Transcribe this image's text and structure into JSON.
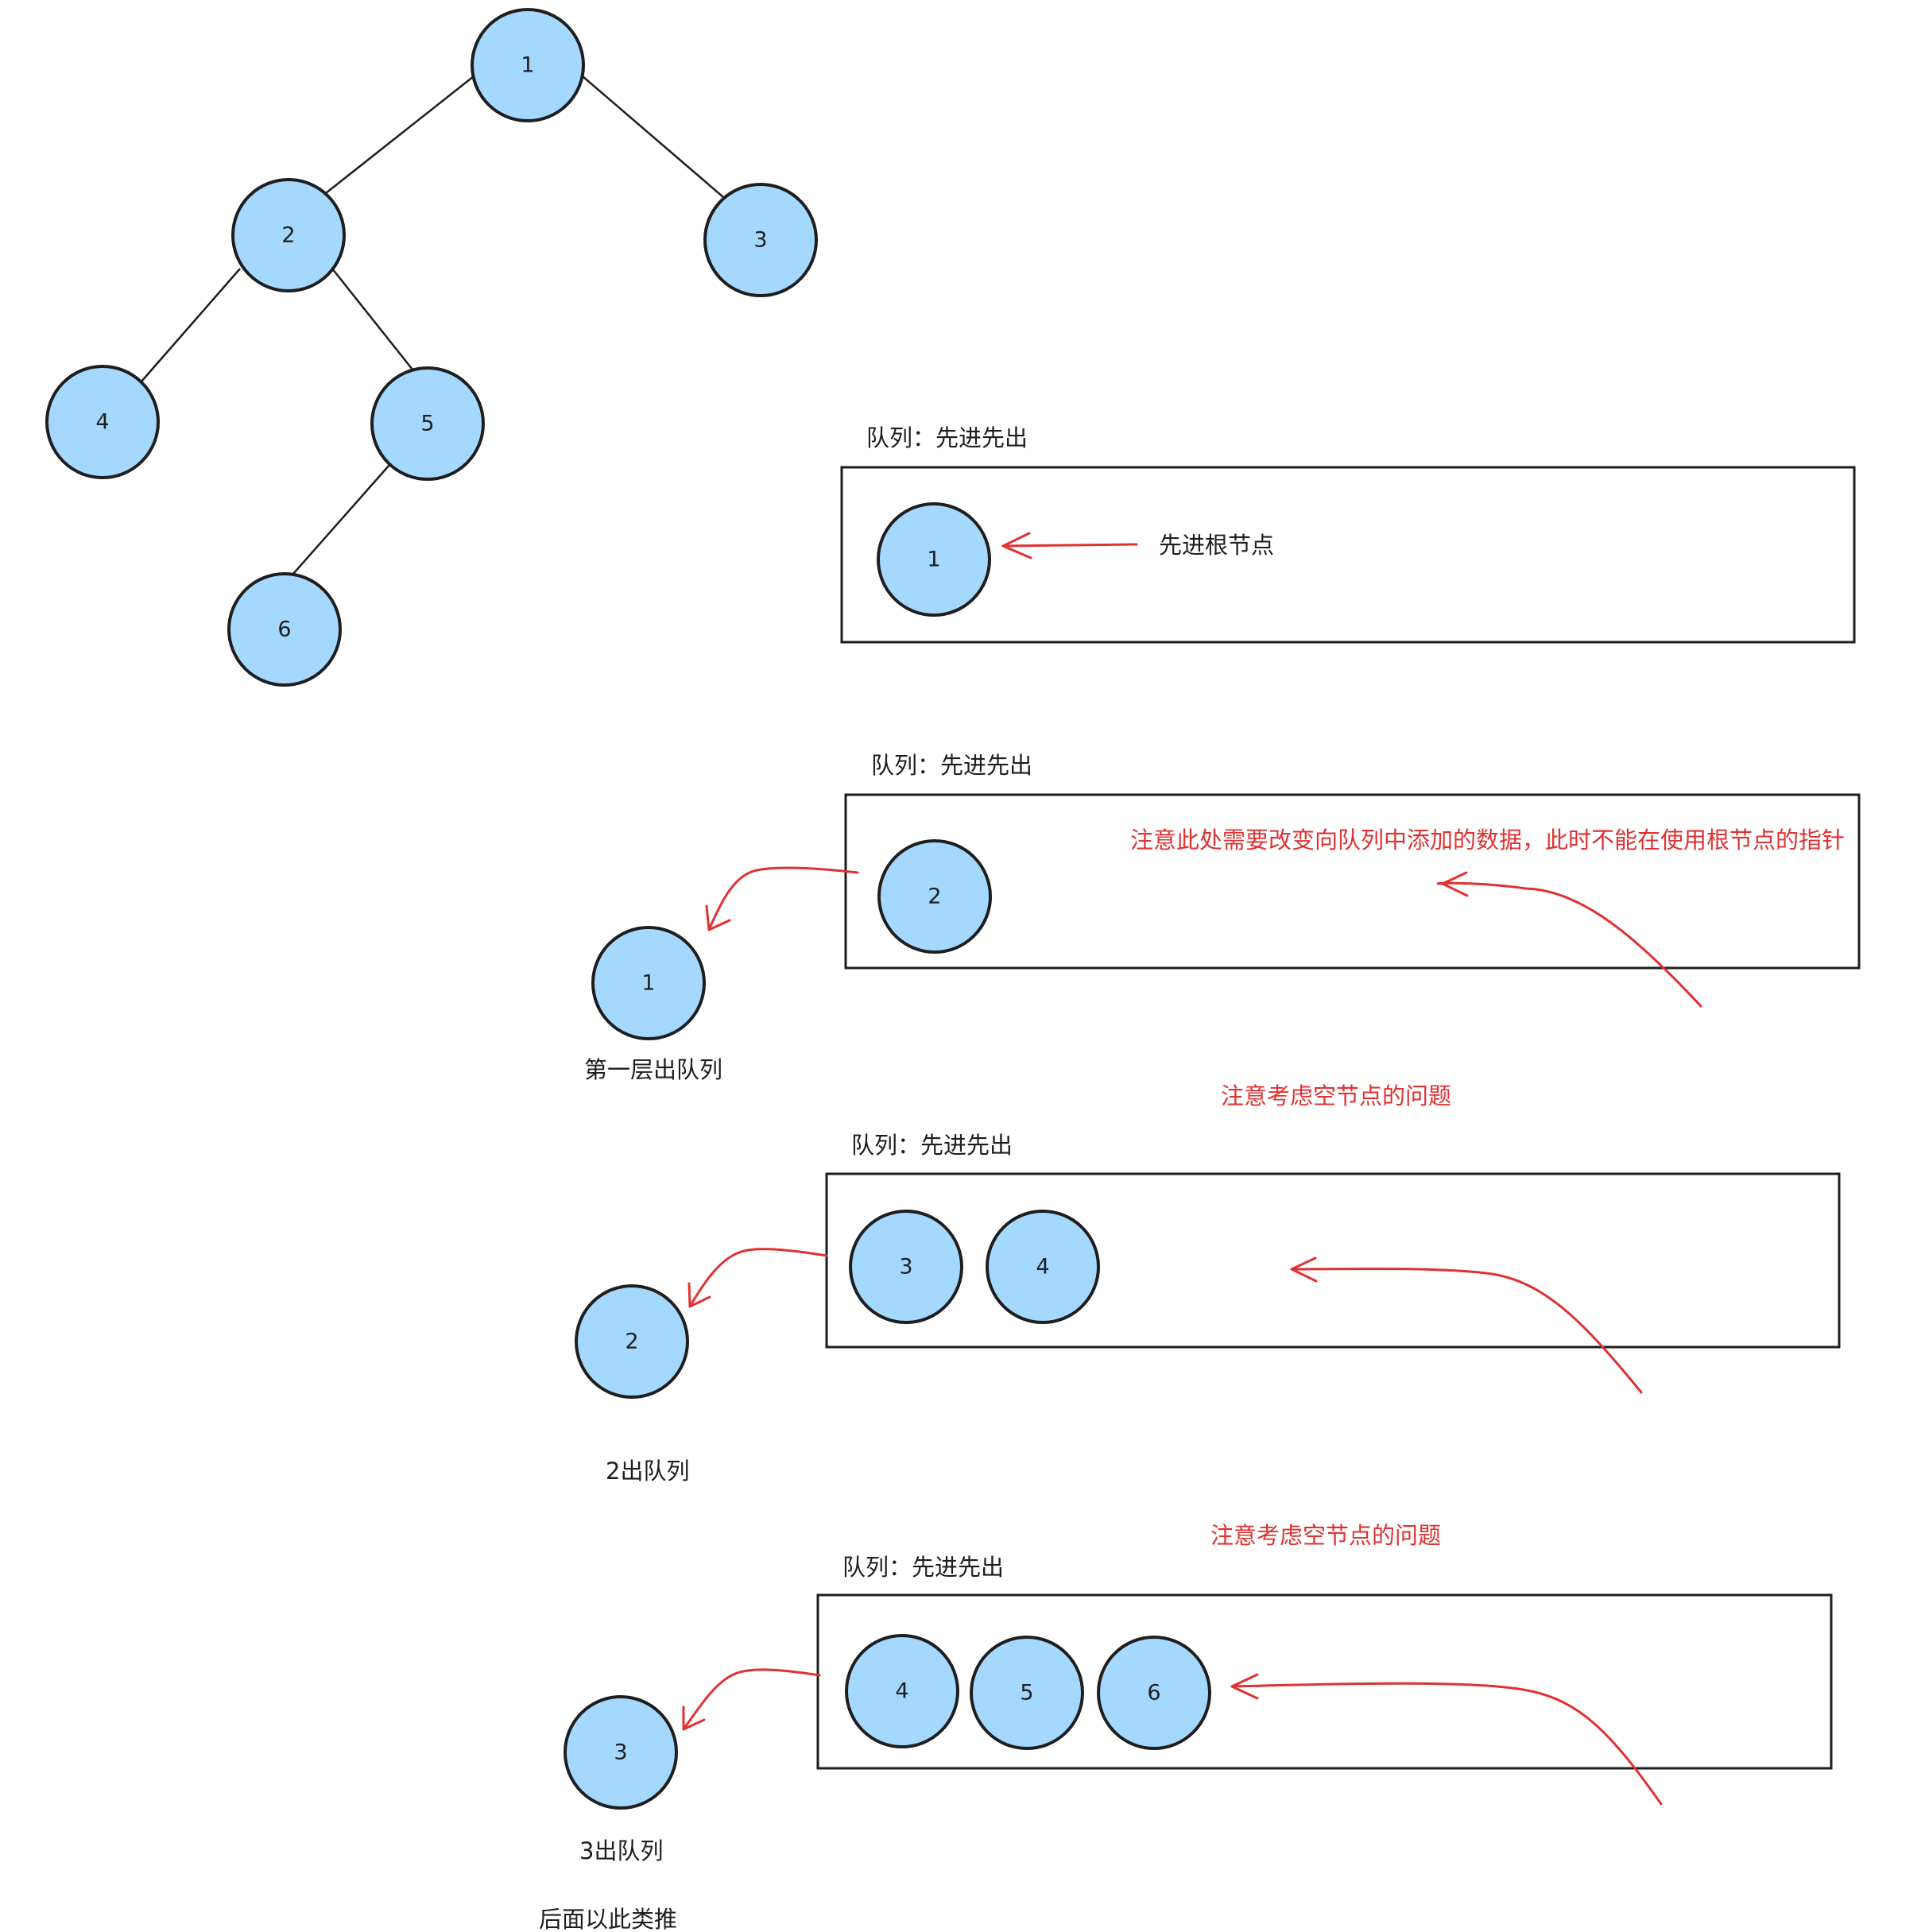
{
  "tree": {
    "nodes": [
      {
        "id": "n1",
        "label": "1"
      },
      {
        "id": "n2",
        "label": "2"
      },
      {
        "id": "n3",
        "label": "3"
      },
      {
        "id": "n4",
        "label": "4"
      },
      {
        "id": "n5",
        "label": "5"
      },
      {
        "id": "n6",
        "label": "6"
      }
    ],
    "edges": [
      [
        "n1",
        "n2"
      ],
      [
        "n1",
        "n3"
      ],
      [
        "n2",
        "n4"
      ],
      [
        "n2",
        "n5"
      ],
      [
        "n5",
        "n6"
      ]
    ]
  },
  "step1": {
    "queue_title": "队列：先进先出",
    "queue_items": [
      "1"
    ],
    "note": "先进根节点"
  },
  "step2": {
    "queue_title": "队列：先进先出",
    "queue_items": [
      "2"
    ],
    "dequeued": "1",
    "dequeued_caption": "第一层出队列",
    "note": "注意此处需要改变向队列中添加的数据，此时不能在使用根节点的指针"
  },
  "step3": {
    "queue_title": "队列：先进先出",
    "queue_items": [
      "3",
      "4"
    ],
    "dequeued": "2",
    "dequeued_caption": "2出队列",
    "note": "注意考虑空节点的问题"
  },
  "step4": {
    "queue_title": "队列：先进先出",
    "queue_items": [
      "4",
      "5",
      "6"
    ],
    "dequeued": "3",
    "dequeued_caption": "3出队列",
    "note": "注意考虑空节点的问题"
  },
  "footer_note": "后面以此类推",
  "colors": {
    "node_fill": "#a5d8ff",
    "stroke": "#1e1e1e",
    "accent_red": "#e03131"
  }
}
